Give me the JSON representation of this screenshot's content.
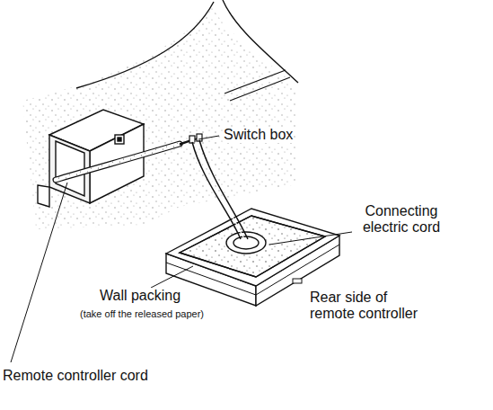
{
  "diagram": {
    "labels": [
      "Switch box",
      "Connecting electric cord",
      "Wall packing",
      "(take off the released paper)",
      "Rear side of remote controller",
      "Remote controller cord"
    ]
  }
}
